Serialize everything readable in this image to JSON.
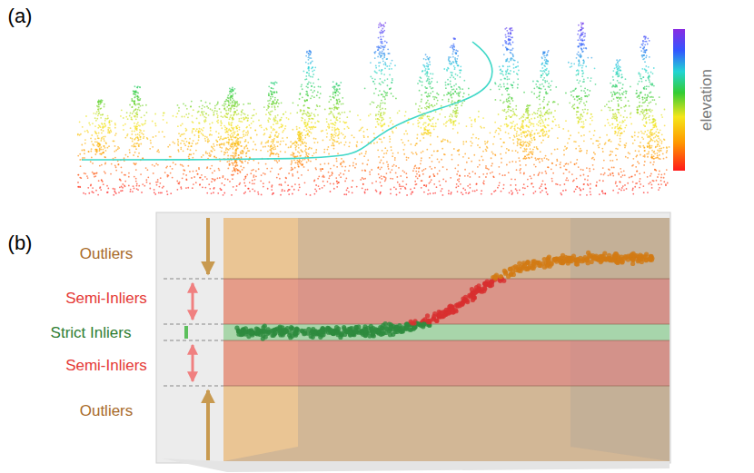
{
  "diagram": {
    "labels": [
      "(a)",
      "elevation",
      "(b)",
      "Outliers",
      "Semi-Inliers",
      "Strict Inliers",
      "Semi-Inliers",
      "Outliers"
    ]
  }
}
